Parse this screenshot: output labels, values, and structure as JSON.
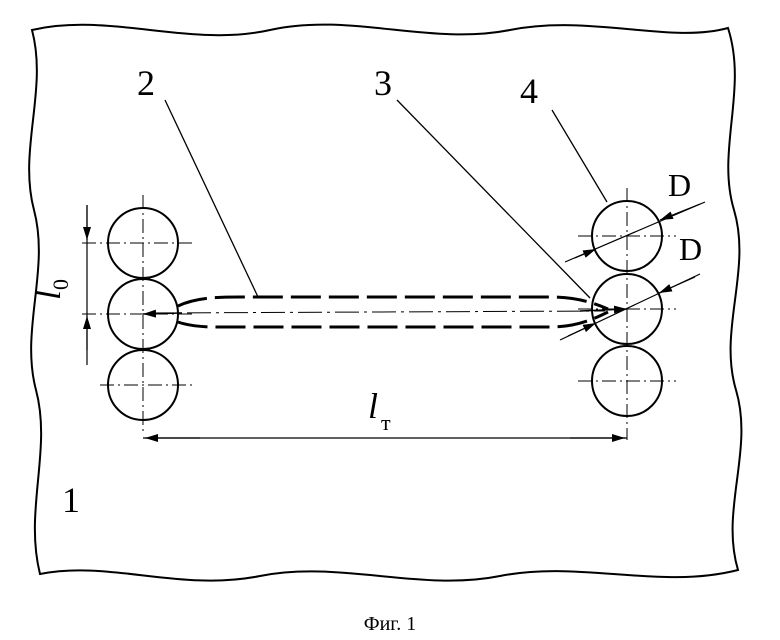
{
  "figure": {
    "caption": "Фиг. 1",
    "labels": {
      "plate": "1",
      "strand": "2",
      "leader": "3",
      "roll": "4"
    },
    "dimensions": {
      "pitch_symbol": "l",
      "pitch_subscript": "0",
      "span_symbol": "l",
      "span_subscript": "т",
      "diameter_upper": "D",
      "diameter_lower": "D"
    }
  }
}
